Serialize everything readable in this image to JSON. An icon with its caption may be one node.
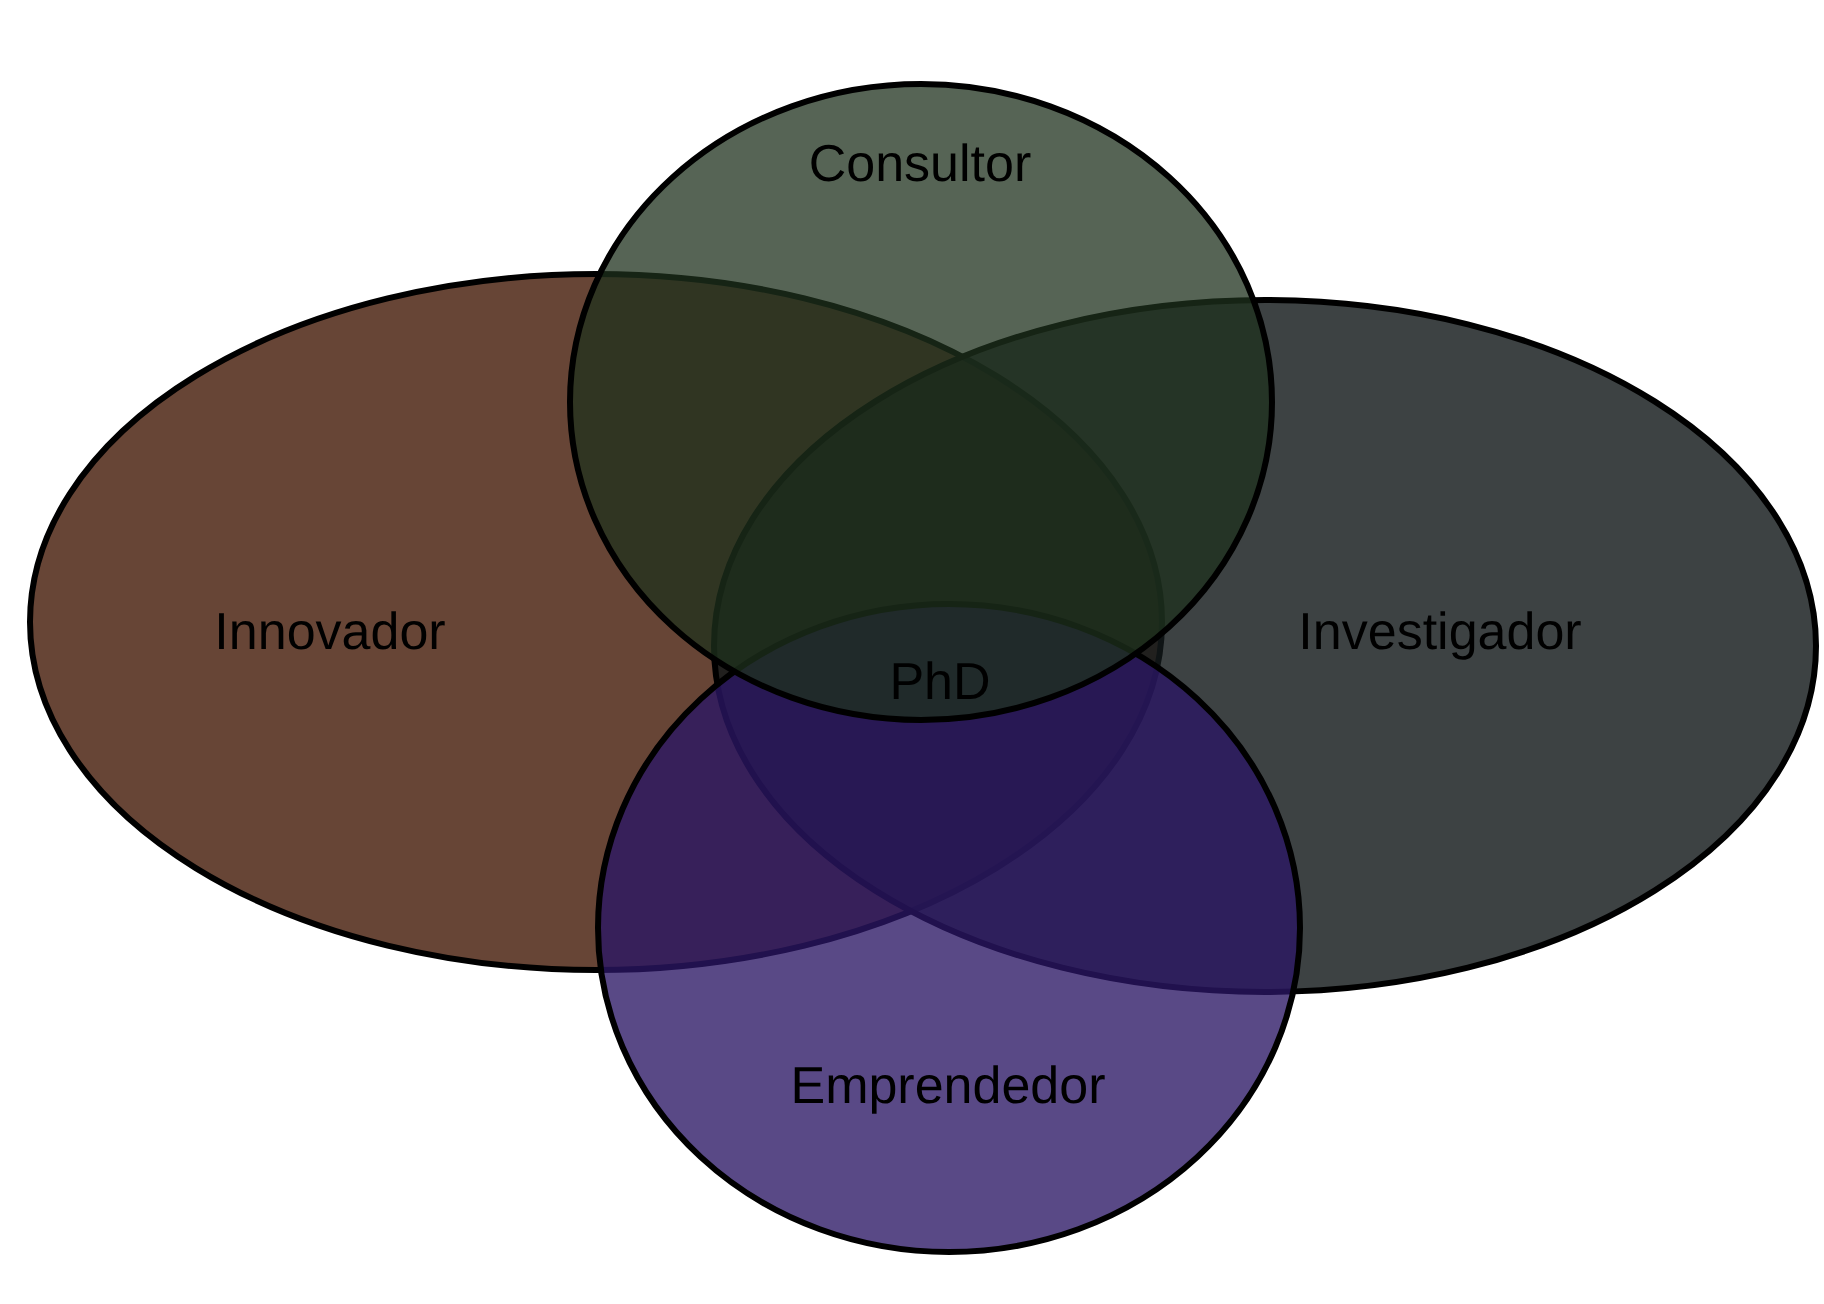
{
  "diagram": {
    "nodes": [
      {
        "text": [
          "Consultor"
        ]
      },
      {
        "text": [
          "Innovador"
        ]
      },
      {
        "text": [
          "Investigador"
        ]
      },
      {
        "text": [
          "Emprendedor"
        ]
      }
    ],
    "labels": [
      "PhD"
    ]
  }
}
